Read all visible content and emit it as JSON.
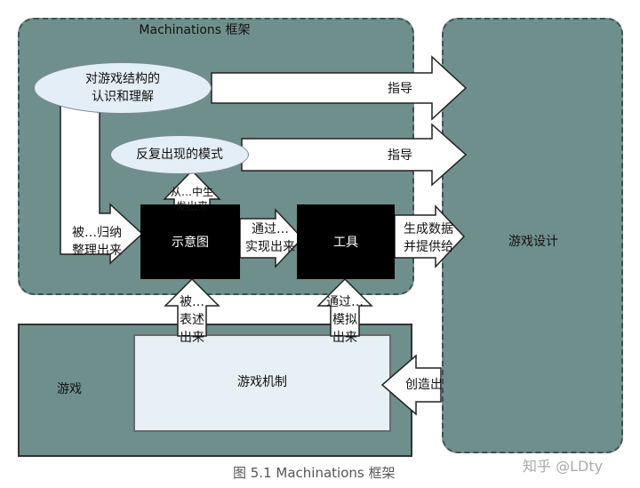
{
  "framework_title": "Machinations 框架",
  "ellipse_understanding": "对游戏结构的\n认识和理解",
  "ellipse_patterns": "反复出现的模式",
  "guide_top": "指导",
  "guide_middle": "指导",
  "emerge_label": "从…中生\n发出来",
  "organized_label": "被…归纳\n整理出来",
  "diagram_box": "示意图",
  "implemented_label": "通过…\n实现出来",
  "tool_box": "工具",
  "generate_label": "生成数据\n并提供给",
  "game_design": "游戏设计",
  "described_label": "被…\n表述\n出来",
  "simulated_label": "通过…\n模拟\n出来",
  "game_label": "游戏",
  "mechanics_label": "游戏机制",
  "create_label": "创造出",
  "caption": "图 5.1    Machinations 框架",
  "watermark": "知乎 @LDty"
}
